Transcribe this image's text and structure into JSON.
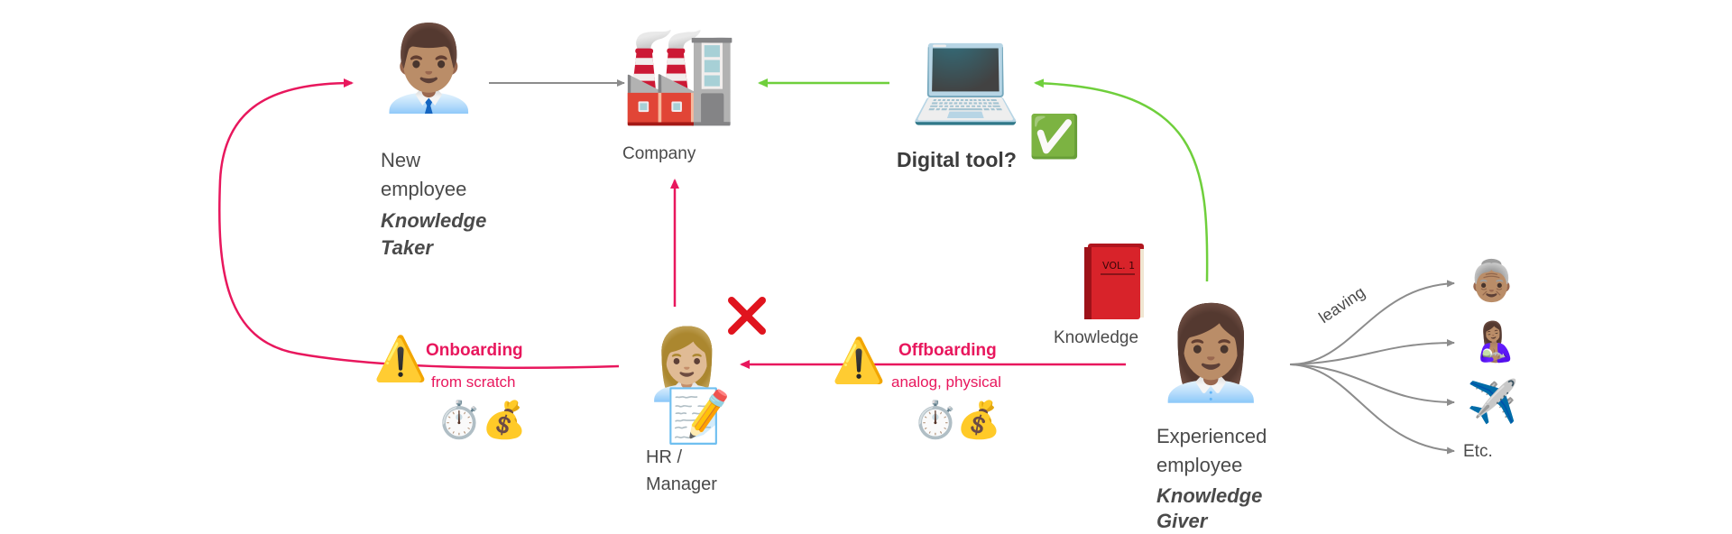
{
  "new_employee": {
    "label_line1": "New",
    "label_line2": "employee",
    "role_line1": "Knowledge",
    "role_line2": "Taker"
  },
  "company": {
    "label": "Company"
  },
  "digital_tool": {
    "label": "Digital tool?"
  },
  "knowledge": {
    "label": "Knowledge",
    "book_text": "VOL. 1"
  },
  "hr": {
    "label_line1": "HR /",
    "label_line2": "Manager"
  },
  "experienced_employee": {
    "label_line1": "Experienced",
    "label_line2": "employee",
    "role_line1": "Knowledge",
    "role_line2": "Giver"
  },
  "onboarding": {
    "title": "Onboarding",
    "subtitle": "from scratch"
  },
  "offboarding": {
    "title": "Offboarding",
    "subtitle": "analog, physical"
  },
  "leaving": {
    "label": "leaving",
    "etc": "Etc."
  },
  "icons": {
    "new_employee": "man-office-worker-icon",
    "company": "factory-icon",
    "digital_tool": "laptop-icon",
    "check": "check-mark-button-icon",
    "knowledge": "red-book-icon",
    "hr": "woman-office-worker-icon",
    "memo": "memo-pencil-icon",
    "cross": "cross-mark-icon",
    "warning": "warning-icon",
    "stopwatch": "stopwatch-icon",
    "money_bag": "money-bag-icon",
    "experienced_employee": "woman-office-worker-icon",
    "old_woman": "old-woman-icon",
    "breastfeeding": "breastfeeding-icon",
    "airplane": "airplane-icon"
  },
  "colors": {
    "pink": "#e8175d",
    "green": "#6fcf3c",
    "gray": "#8c8c8c",
    "text": "#4a4a4a"
  }
}
